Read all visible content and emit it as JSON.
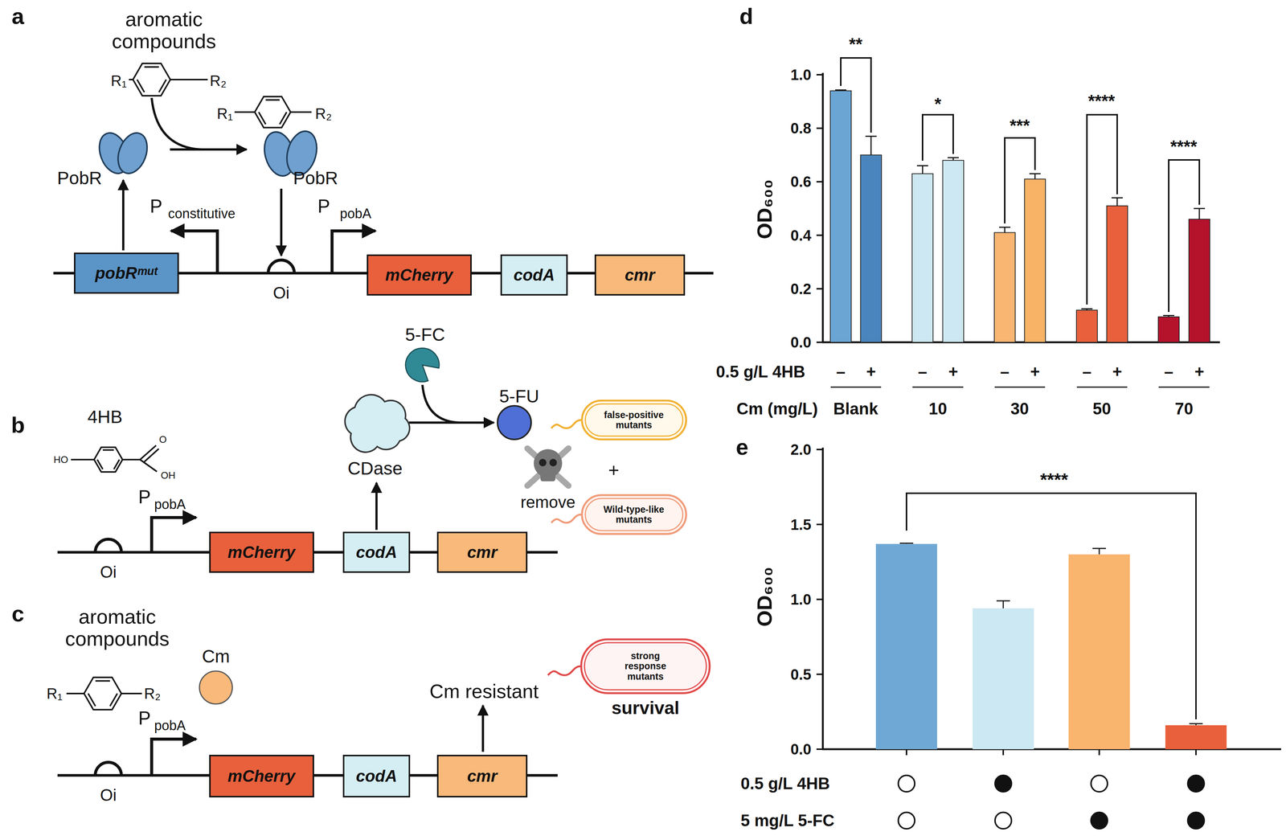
{
  "diagram": {
    "nodes": [
      {
        "text": [
          "pobRᵐᵘᵗ"
        ]
      },
      {
        "text": [
          "mCherry"
        ]
      },
      {
        "text": [
          "codA"
        ]
      },
      {
        "text": [
          "cmr"
        ]
      },
      {
        "text": [
          "mCherry"
        ]
      },
      {
        "text": [
          "codA"
        ]
      },
      {
        "text": [
          "cmr"
        ]
      },
      {
        "text": [
          "false-positive mutants"
        ]
      },
      {
        "text": [
          "Wild-type-like mutants"
        ]
      },
      {
        "text": [
          "mCherry"
        ]
      },
      {
        "text": [
          "codA"
        ]
      },
      {
        "text": [
          "cmr"
        ]
      },
      {
        "text": [
          "strong response mutants"
        ]
      }
    ],
    "labels": [
      "a",
      "aromatic compounds",
      "R₁",
      "R₂",
      "R₁",
      "R₂",
      "PobR",
      "PobR",
      "P",
      "constitutive",
      "Oi",
      "P",
      "pobA",
      "b",
      "4HB",
      "HO",
      "O",
      "OH",
      "P",
      "pobA",
      "Oi",
      "5-FC",
      "CDase",
      "5-FU",
      "remove",
      "+",
      "c",
      "aromatic compounds",
      "R₁",
      "R₂",
      "Cm",
      "P",
      "pobA",
      "Oi",
      "Cm resistant",
      "survival",
      "d",
      "OD₆₀₀",
      "0.0",
      "0.2",
      "0.4",
      "0.6",
      "0.8",
      "1.0",
      "**",
      "*",
      "***",
      "****",
      "****",
      "–",
      "+",
      "–",
      "+",
      "–",
      "+",
      "–",
      "+",
      "–",
      "+",
      "0.5 g/L 4HB",
      "Cm (mg/L)",
      "Blank",
      "10",
      "30",
      "50",
      "70",
      "e",
      "OD₆₀₀",
      "0.0",
      "0.5",
      "1.0",
      "1.5",
      "2.0",
      "****",
      "0.5 g/L 4HB",
      "5 mg/L 5-FC"
    ]
  }
}
